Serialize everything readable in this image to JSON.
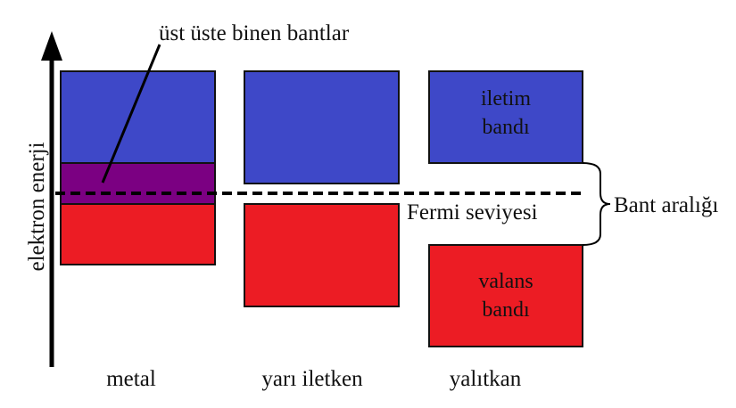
{
  "diagram": {
    "axis_label": "elektron enerji",
    "overlap_label": "üst üste binen bantlar",
    "fermi_label": "Fermi seviyesi",
    "gap_label": "Bant aralığı",
    "conduction_label_line1": "iletim",
    "conduction_label_line2": "bandı",
    "valence_label_line1": "valans",
    "valence_label_line2": "bandı",
    "materials": [
      {
        "label": "metal"
      },
      {
        "label": "yarı iletken"
      },
      {
        "label": "yalıtkan"
      }
    ],
    "colors": {
      "conduction_band": "#3e48c8",
      "valence_band": "#ec1c24",
      "overlap": "#7b0082",
      "line": "#000000"
    }
  }
}
